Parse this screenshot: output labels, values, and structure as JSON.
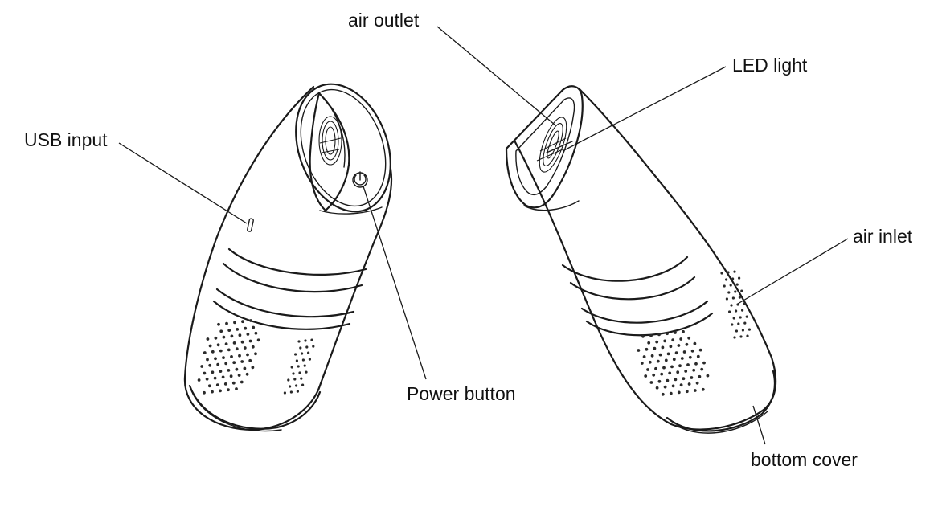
{
  "labels": {
    "air_outlet": "air outlet",
    "led_light": "LED light",
    "usb_input": "USB input",
    "air_inlet": "air inlet",
    "power_button": "Power button",
    "bottom_cover": "bottom cover"
  },
  "colors": {
    "line": "#1a1a1a",
    "background": "#ffffff"
  },
  "icons": {
    "power_button": "power-icon"
  }
}
